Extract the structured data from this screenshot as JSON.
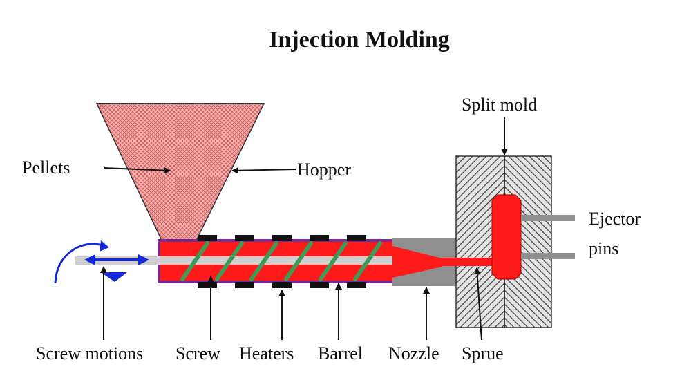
{
  "title": "Injection Molding",
  "labels": {
    "pellets": "Pellets",
    "hopper": "Hopper",
    "split_mold": "Split mold",
    "ejector_line1": "Ejector",
    "ejector_line2": "pins",
    "screw_motions": "Screw motions",
    "screw": "Screw",
    "heaters": "Heaters",
    "barrel": "Barrel",
    "nozzle": "Nozzle",
    "sprue": "Sprue"
  },
  "colors": {
    "melt_red": "#ff1a1a",
    "pellet_pink": "#e88888",
    "barrel_purple": "#7a2a8a",
    "screw_shaft": "#cfcfcf",
    "flight_green": "#3d9a57",
    "heater_black": "#111111",
    "nozzle_gray": "#8f8f8f",
    "mold_gray": "#d6d6d6",
    "motion_blue": "#1428d6"
  }
}
